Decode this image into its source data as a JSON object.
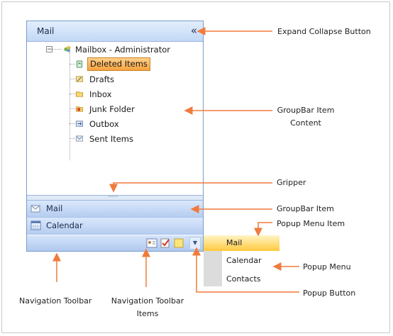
{
  "colors": {
    "accent_orange": "#f07b3c",
    "groupbar_blue": "#c2d8f6",
    "selection_orange": "#f7a23e"
  },
  "groupbar": {
    "header_title": "Mail",
    "collapse_glyph": "«",
    "tree": {
      "root_toggle": "−",
      "root_label": "Mailbox - Administrator",
      "items": [
        {
          "label": "Deleted Items",
          "icon": "recycle-icon",
          "selected": true
        },
        {
          "label": "Drafts",
          "icon": "drafts-icon",
          "selected": false
        },
        {
          "label": "Inbox",
          "icon": "folder-icon",
          "selected": false
        },
        {
          "label": "Junk Folder",
          "icon": "junk-icon",
          "selected": false
        },
        {
          "label": "Outbox",
          "icon": "outbox-icon",
          "selected": false
        },
        {
          "label": "Sent Items",
          "icon": "sent-icon",
          "selected": false
        }
      ]
    },
    "gripper_dots": "·····",
    "items": [
      {
        "label": "Mail",
        "icon": "mail-icon"
      },
      {
        "label": "Calendar",
        "icon": "calendar-icon"
      }
    ],
    "toolbar_items": [
      "contacts-icon",
      "tasks-icon",
      "notes-icon"
    ],
    "popup_button_glyph": "▼"
  },
  "popup_menu": {
    "items": [
      {
        "label": "Mail",
        "selected": true
      },
      {
        "label": "Calendar",
        "selected": false
      },
      {
        "label": "Contacts",
        "selected": false
      }
    ]
  },
  "annotations": {
    "expand_collapse": "Expand Collapse Button",
    "item_content_1": "GroupBar Item",
    "item_content_2": "Content",
    "gripper": "Gripper",
    "groupbar_item": "GroupBar Item",
    "popup_menu_item": "Popup Menu Item",
    "popup_menu": "Popup Menu",
    "popup_button": "Popup Button",
    "nav_toolbar": "Navigation Toolbar",
    "nav_toolbar_items_1": "Navigation Toolbar",
    "nav_toolbar_items_2": "Items"
  }
}
